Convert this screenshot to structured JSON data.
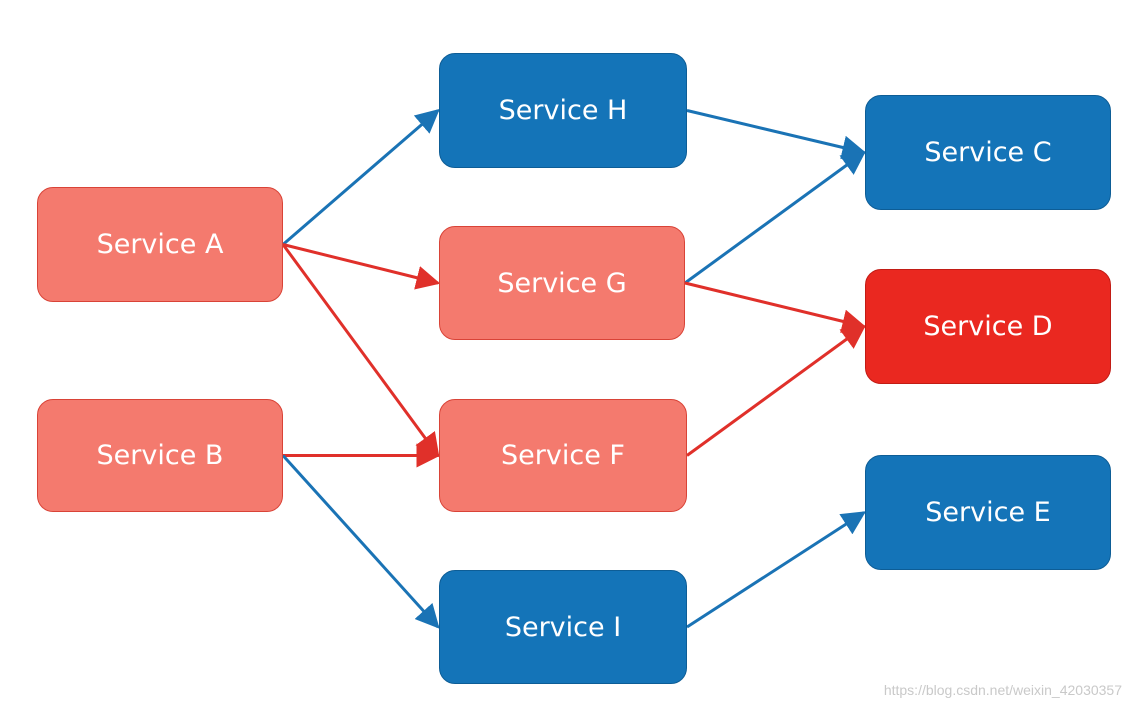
{
  "nodes": {
    "a": "Service A",
    "b": "Service B",
    "h": "Service H",
    "g": "Service G",
    "f": "Service F",
    "i": "Service I",
    "c": "Service C",
    "d": "Service D",
    "e": "Service E"
  },
  "colors": {
    "blue": "#1474b8",
    "salmon": "#f47a6e",
    "red": "#ea2820",
    "edge_blue": "#1a73b5",
    "edge_red": "#e0302a"
  },
  "edges": [
    {
      "from": "a",
      "to": "h",
      "color": "blue"
    },
    {
      "from": "a",
      "to": "g",
      "color": "red"
    },
    {
      "from": "a",
      "to": "f",
      "color": "red"
    },
    {
      "from": "b",
      "to": "f",
      "color": "red"
    },
    {
      "from": "b",
      "to": "i",
      "color": "blue"
    },
    {
      "from": "h",
      "to": "c",
      "color": "blue"
    },
    {
      "from": "g",
      "to": "c",
      "color": "blue"
    },
    {
      "from": "g",
      "to": "d",
      "color": "red"
    },
    {
      "from": "f",
      "to": "d",
      "color": "red"
    },
    {
      "from": "i",
      "to": "e",
      "color": "blue"
    }
  ],
  "watermark": "https://blog.csdn.net/weixin_42030357"
}
